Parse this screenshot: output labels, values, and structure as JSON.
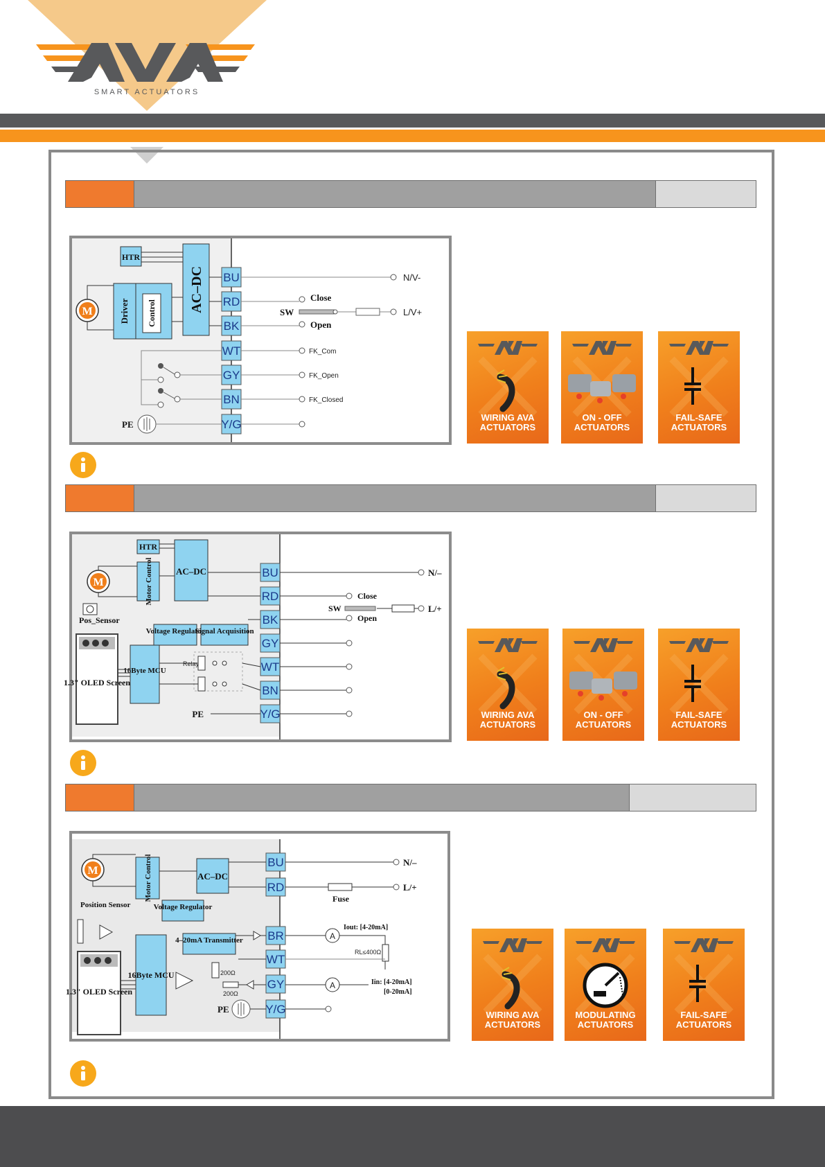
{
  "brand": {
    "name": "AVA",
    "tagline": "SMART ACTUATORS",
    "colors": {
      "orange": "#f7941d",
      "dark": "#58595b",
      "panel": "#a0a0a0"
    }
  },
  "sections": [
    {
      "diagram": {
        "blocks": {
          "htr": "HTR",
          "acdc": "AC–DC",
          "driver": "Driver",
          "control": "Control",
          "motor": "M",
          "pe": "PE"
        },
        "terminals": [
          "BU",
          "RD",
          "BK",
          "WT",
          "GY",
          "BN",
          "Y/G"
        ],
        "wires": {
          "n": "N/V-",
          "l": "L/V+",
          "close": "Close",
          "open": "Open",
          "sw": "SW",
          "fk_com": "FK_Com",
          "fk_open": "FK_Open",
          "fk_closed": "FK_Closed"
        }
      },
      "cards": [
        {
          "caption1": "WIRING AVA",
          "caption2": "ACTUATORS",
          "icon": "cable-icon"
        },
        {
          "caption1": "ON - OFF",
          "caption2": "ACTUATORS",
          "icon": "actuators-icon"
        },
        {
          "caption1": "FAIL-SAFE",
          "caption2": "ACTUATORS",
          "icon": "capacitor-icon"
        }
      ]
    },
    {
      "diagram": {
        "blocks": {
          "htr": "HTR",
          "acdc": "AC–DC",
          "motor_control": "Motor Control",
          "motor": "M",
          "pos_sensor": "Pos_Sensor",
          "voltage_regulator": "Voltage Regulator",
          "signal_acquisition": "Signal Acquisition",
          "mcu": "16Byte MCU",
          "oled": "1.3\" OLED Screen",
          "relay": "Relay",
          "pe": "PE"
        },
        "terminals": [
          "BU",
          "RD",
          "BK",
          "GY",
          "WT",
          "BN",
          "Y/G"
        ],
        "wires": {
          "n": "N/–",
          "l": "L/+",
          "close": "Close",
          "open": "Open",
          "sw": "SW"
        }
      },
      "cards": [
        {
          "caption1": "WIRING AVA",
          "caption2": "ACTUATORS",
          "icon": "cable-icon"
        },
        {
          "caption1": "ON - OFF",
          "caption2": "ACTUATORS",
          "icon": "actuators-icon"
        },
        {
          "caption1": "FAIL-SAFE",
          "caption2": "ACTUATORS",
          "icon": "capacitor-icon"
        }
      ]
    },
    {
      "diagram": {
        "blocks": {
          "acdc": "AC–DC",
          "motor_control": "Motor Control",
          "motor": "M",
          "position_sensor": "Position Sensor",
          "voltage_regulator": "Voltage Regulator",
          "transmitter": "4–20mA Transmitter",
          "mcu": "16Byte MCU",
          "oled": "1.3\" OLED Screen",
          "pe": "PE",
          "r1": "200Ω",
          "r2": "200Ω"
        },
        "terminals": [
          "BU",
          "RD",
          "BR",
          "WT",
          "GY",
          "Y/G"
        ],
        "wires": {
          "n": "N/–",
          "l": "L/+",
          "fuse": "Fuse",
          "iout": "Iout: [4-20mA]",
          "rl": "RL≤400Ω",
          "iin": "Iin: [4-20mA]",
          "iin2": "[0-20mA]",
          "ammeter": "A"
        }
      },
      "cards": [
        {
          "caption1": "WIRING AVA",
          "caption2": "ACTUATORS",
          "icon": "cable-icon"
        },
        {
          "caption1": "MODULATING",
          "caption2": "ACTUATORS",
          "icon": "gauge-icon"
        },
        {
          "caption1": "FAIL-SAFE",
          "caption2": "ACTUATORS",
          "icon": "capacitor-icon"
        }
      ]
    }
  ]
}
